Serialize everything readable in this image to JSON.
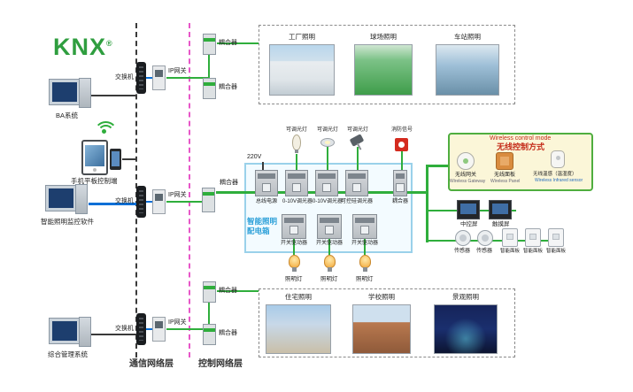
{
  "logo": {
    "text": "KNX",
    "reg": "®"
  },
  "layers": {
    "communication": "通信网络层",
    "control": "控制网络层"
  },
  "left": {
    "computer1": "BA系统",
    "mobile": "手机平板控制端",
    "computer2": "智能照明监控软件",
    "computer3": "综合管理系统"
  },
  "network": {
    "switch1": "交换机",
    "switch2": "交换机",
    "switch3": "交换机",
    "gateway1": "IP网关",
    "gateway2": "IP网关",
    "gateway3": "IP网关",
    "coupler1": "耦合器",
    "coupler2": "耦合器",
    "coupler3": "耦合器",
    "coupler4": "耦合器",
    "coupler5": "耦合器"
  },
  "top_gallery": {
    "photo1": "工厂照明",
    "photo2": "球场照明",
    "photo3": "车站照明"
  },
  "bottom_gallery": {
    "photo1": "住宅照明",
    "photo2": "学校照明",
    "photo3": "景观照明"
  },
  "cabinet": {
    "title1": "智能照明",
    "title2": "配电箱",
    "power": "220V",
    "device1": "总线电源",
    "device2": "0-10V调光器",
    "device3": "0-10V调光器",
    "device4": "可控硅调光器",
    "device5": "耦合器",
    "actuator1": "开关驱动器",
    "actuator2": "开关驱动器",
    "actuator3": "开关驱动器"
  },
  "loads": {
    "dim1": "可调光灯",
    "dim2": "可调光灯",
    "dim3": "可调光灯",
    "fire": "消防信号",
    "lamp1": "照明灯",
    "lamp2": "照明灯",
    "lamp3": "照明灯"
  },
  "wireless": {
    "title_en": "Wireless control mode",
    "title_zh": "无线控制方式",
    "gateway_zh": "无线网关",
    "gateway_en": "Wireless Gateway",
    "panel_zh": "无线面板",
    "panel_en": "Wireless Panel",
    "sensor_zh": "无线温感（温湿度）",
    "sensor_en": "Wireless Infrared sensor"
  },
  "terminals": {
    "screen1": "中控屏",
    "screen2": "触摸屏",
    "sensor1": "传感器",
    "sensor2": "传感器",
    "panel1": "智能面板",
    "panel2": "智能面板",
    "panel3": "智能面板"
  },
  "colors": {
    "bus_green": "#2fae3c",
    "ethernet_blue": "#0a6fd6",
    "layer_pink": "#e757c8",
    "knx_green": "#2f9e3f",
    "fire_red": "#d42b1f"
  }
}
